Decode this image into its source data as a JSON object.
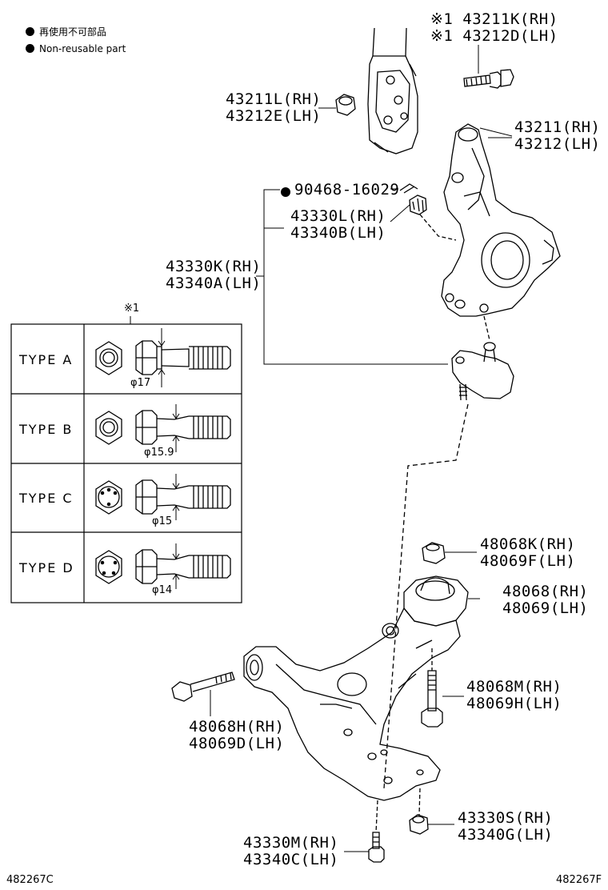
{
  "legend": {
    "jp": "再使用不可部品",
    "en": "Non-reusable part"
  },
  "parts": {
    "p43211K": "※1 43211K(RH)",
    "p43212D": "※1 43212D(LH)",
    "p43211L": "43211L(RH)",
    "p43212E": "43212E(LH)",
    "p43211": "43211(RH)",
    "p43212": "43212(LH)",
    "p90468": "90468-16029",
    "p43330L": "43330L(RH)",
    "p43340B": "43340B(LH)",
    "p43330K": "43330K(RH)",
    "p43340A": "43340A(LH)",
    "p48068K": "48068K(RH)",
    "p48069F": "48069F(LH)",
    "p48068": "48068(RH)",
    "p48069": "48069(LH)",
    "p48068M": "48068M(RH)",
    "p48069H": "48069H(LH)",
    "p48068H": "48068H(RH)",
    "p48069D": "48069D(LH)",
    "p43330S": "43330S(RH)",
    "p43340G": "43340G(LH)",
    "p43330M": "43330M(RH)",
    "p43340C": "43340C(LH)"
  },
  "table": {
    "note": "※1",
    "types": [
      {
        "label": "TYPE A",
        "diameter": "φ17"
      },
      {
        "label": "TYPE B",
        "diameter": "φ15.9"
      },
      {
        "label": "TYPE C",
        "diameter": "φ15"
      },
      {
        "label": "TYPE D",
        "diameter": "φ14"
      }
    ]
  },
  "refs": {
    "left": "482267C",
    "right": "482267F"
  }
}
